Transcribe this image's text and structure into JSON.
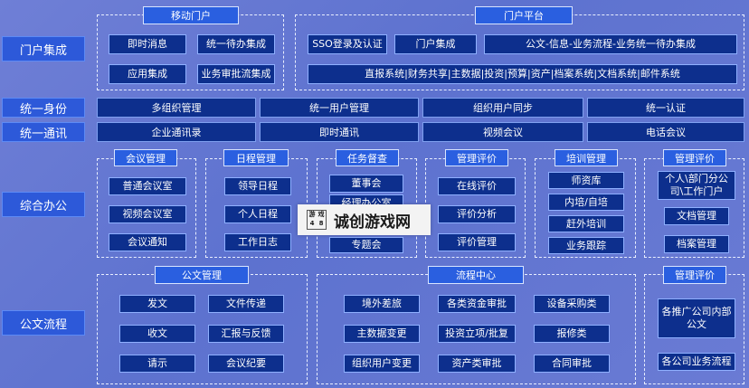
{
  "rows": {
    "portal": "门户集成",
    "identity": "统一身份",
    "comm": "统一通讯",
    "office": "综合办公",
    "doc": "公文流程"
  },
  "portal": {
    "mobile_title": "移动门户",
    "mobile_items": [
      "即时消息",
      "统一待办集成",
      "应用集成",
      "业务审批流集成"
    ],
    "platform_title": "门户平台",
    "platform_items": [
      "SSO登录及认证",
      "门户集成",
      "公文-信息-业务流程-业务统一待办集成"
    ],
    "platform_systems": "直报系统|财务共享|主数据|投资|预算|资产|档案系统|文档系统|邮件系统"
  },
  "identity": [
    "多组织管理",
    "统一用户管理",
    "组织用户同步",
    "统一认证"
  ],
  "comm": [
    "企业通讯录",
    "即时通讯",
    "视频会议",
    "电话会议"
  ],
  "office": {
    "meeting_title": "会议管理",
    "meeting_items": [
      "普通会议室",
      "视频会议室",
      "会议通知"
    ],
    "schedule_title": "日程管理",
    "schedule_items": [
      "领导日程",
      "个人日程",
      "工作日志"
    ],
    "task_title": "任务督查",
    "task_items": [
      "董事会",
      "经理办公室",
      "专题会"
    ],
    "eval_title": "管理评价",
    "eval_items": [
      "在线评价",
      "评价分析",
      "评价管理"
    ],
    "training_title": "培训管理",
    "training_items": [
      "师资库",
      "内培/自培",
      "赶外培训",
      "业务跟踪"
    ],
    "eval2_title": "管理评价",
    "eval2_items": [
      "个人\\部门分公司\\工作门户",
      "文档管理",
      "档案管理"
    ]
  },
  "doc": {
    "docmgmt_title": "公文管理",
    "docmgmt_items": [
      "发文",
      "文件传递",
      "收文",
      "汇报与反馈",
      "请示",
      "会议纪要"
    ],
    "flow_title": "流程中心",
    "flow_items": [
      "境外差旅",
      "各类资金审批",
      "设备采购类",
      "主数据变更",
      "投资立项/批复",
      "报修类",
      "组织用户变更",
      "资产类审批",
      "合同审批"
    ],
    "eval3_title": "管理评价",
    "eval3_items": [
      "各推广公司内部公文",
      "各公司业务流程"
    ]
  },
  "watermark": {
    "text": "诚创游戏网",
    "logo": [
      "游",
      "戏",
      "4",
      "8"
    ]
  }
}
